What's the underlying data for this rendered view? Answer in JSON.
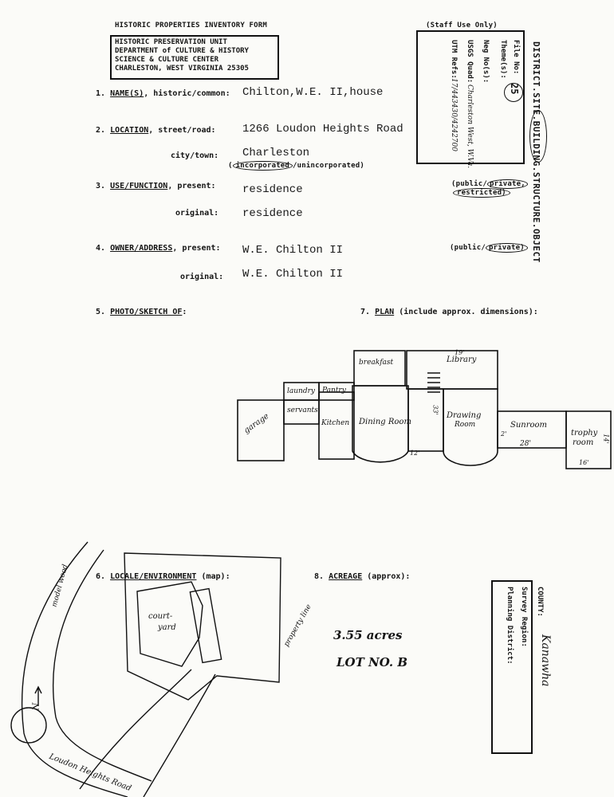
{
  "form": {
    "title": "HISTORIC PROPERTIES INVENTORY FORM",
    "staff_use": "(Staff Use Only)",
    "agency": [
      "HISTORIC PRESERVATION UNIT",
      "DEPARTMENT of CULTURE & HISTORY",
      "SCIENCE & CULTURE CENTER",
      "CHARLESTON, WEST VIRGINIA  25305"
    ]
  },
  "staff": {
    "file_no_label": "File No:",
    "file_no_value": "25",
    "themes_label": "Theme(s):",
    "neg_label": "Neg No(s):",
    "usgs_label": "USGS Quad:",
    "usgs_value": "Charleston West, W.Va.",
    "utm_label": "UTM Refs:",
    "utm_value": "17/443430/4242700"
  },
  "classification": "DISTRICT.SITE.BUILDING.STRUCTURE.OBJECT",
  "fields": {
    "name": {
      "number": "1.",
      "label": "NAME(S)",
      "label_rest": ", historic/common:",
      "value": "Chilton,W.E. II,house"
    },
    "location": {
      "number": "2.",
      "label": "LOCATION",
      "label_rest": ", street/road:",
      "street": "1266 Loudon Heights Road",
      "city_label": "city/town:",
      "city": "Charleston",
      "inc_a": "incorporated",
      "inc_b": "/unincorporated)",
      "inc_open": "("
    },
    "use": {
      "number": "3.",
      "label": "USE/FUNCTION",
      "label_rest": ", present:",
      "present": "residence",
      "original_label": "original:",
      "original": "residence",
      "ownership_a": "(public/",
      "ownership_b": "private,",
      "ownership_c": "restricted)"
    },
    "owner": {
      "number": "4.",
      "label": "OWNER/ADDRESS",
      "label_rest": ", present:",
      "present": "W.E. Chilton II",
      "original_label": "original:",
      "original": "W.E. Chilton II",
      "ownership_a": "(public/",
      "ownership_b": "private)"
    },
    "photo": {
      "number": "5.",
      "label": "PHOTO/SKETCH OF",
      "label_rest": ":"
    },
    "plan": {
      "number": "7.",
      "label": "PLAN",
      "label_rest": " (include approx. dimensions):"
    },
    "locale": {
      "number": "6.",
      "label": "LOCALE/ENVIRONMENT",
      "label_rest": " (map):"
    },
    "acreage": {
      "number": "8.",
      "label": "ACREAGE",
      "label_rest": " (approx):",
      "value": "3.55 acres",
      "lot": "LOT NO. B"
    }
  },
  "plan_labels": {
    "breakfast": "breakfast",
    "library": "Library",
    "laundry": "laundry",
    "pantry": "Pantry",
    "servants": "servants",
    "garage": "garage",
    "kitchen": "Kitchen",
    "dining": "Dining Room",
    "drawing_1": "Drawing",
    "drawing_2": "Room",
    "sunroom": "Sunroom",
    "trophy_1": "trophy",
    "trophy_2": "room",
    "dim_19": "19'",
    "dim_12": "12'",
    "dim_33": "33'",
    "dim_28": "28'",
    "dim_16": "16'",
    "dim_14": "14'",
    "dim_2": "2'"
  },
  "map_labels": {
    "model_wood": "model wood",
    "court_1": "court-",
    "court_2": "yard",
    "property_line": "property line",
    "road": "Loudon Heights Road",
    "north": "N"
  },
  "county": {
    "county_label": "COUNTY:",
    "county_value": "Kanawha",
    "survey_label": "Survey Region:",
    "planning_label": "Planning District:"
  }
}
